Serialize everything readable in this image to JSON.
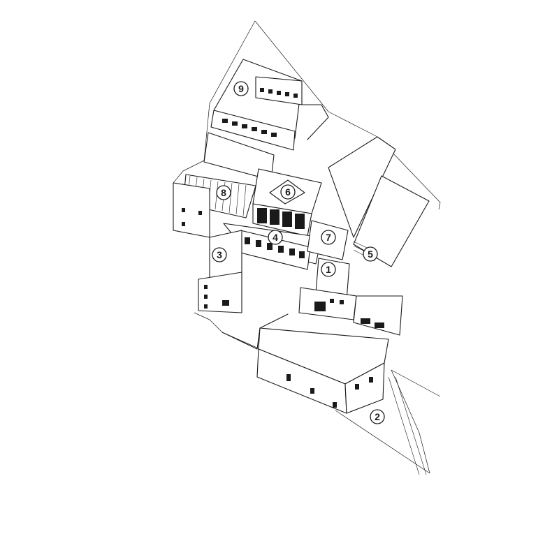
{
  "markers": [
    {
      "id": "marker-1",
      "label": "1"
    },
    {
      "id": "marker-2",
      "label": "2"
    },
    {
      "id": "marker-3",
      "label": "3"
    },
    {
      "id": "marker-4",
      "label": "4"
    },
    {
      "id": "marker-5",
      "label": "5"
    },
    {
      "id": "marker-6",
      "label": "6"
    },
    {
      "id": "marker-7",
      "label": "7"
    },
    {
      "id": "marker-8",
      "label": "8"
    },
    {
      "id": "marker-9",
      "label": "9"
    }
  ],
  "colors": {
    "line": "#1a1a1a",
    "background": "#ffffff"
  }
}
